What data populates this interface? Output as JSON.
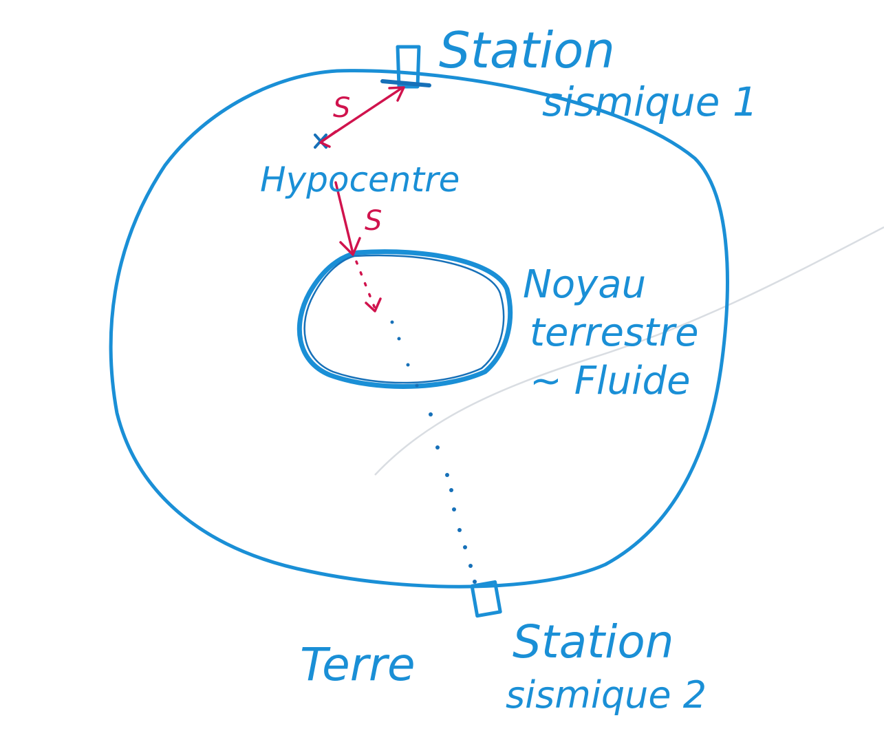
{
  "labels": {
    "station1": [
      "Station",
      "sismique 1"
    ],
    "station2": [
      "Station",
      "sismique 2"
    ],
    "hypocentre": "Hypocentre",
    "core": [
      "Noyau",
      "terrestre",
      "~ Fluide"
    ],
    "earth": "Terre",
    "wave_upper": "S",
    "wave_lower": "S"
  },
  "colors": {
    "ink_blue": "#1a8fd6",
    "ink_blue_dark": "#1670b8",
    "ink_red": "#d0134d",
    "paper": "#ffffff",
    "crease": "#d9dde2"
  },
  "markers": {
    "hypocentre_symbol": "cross-icon",
    "station_symbol": "station-square-icon"
  }
}
